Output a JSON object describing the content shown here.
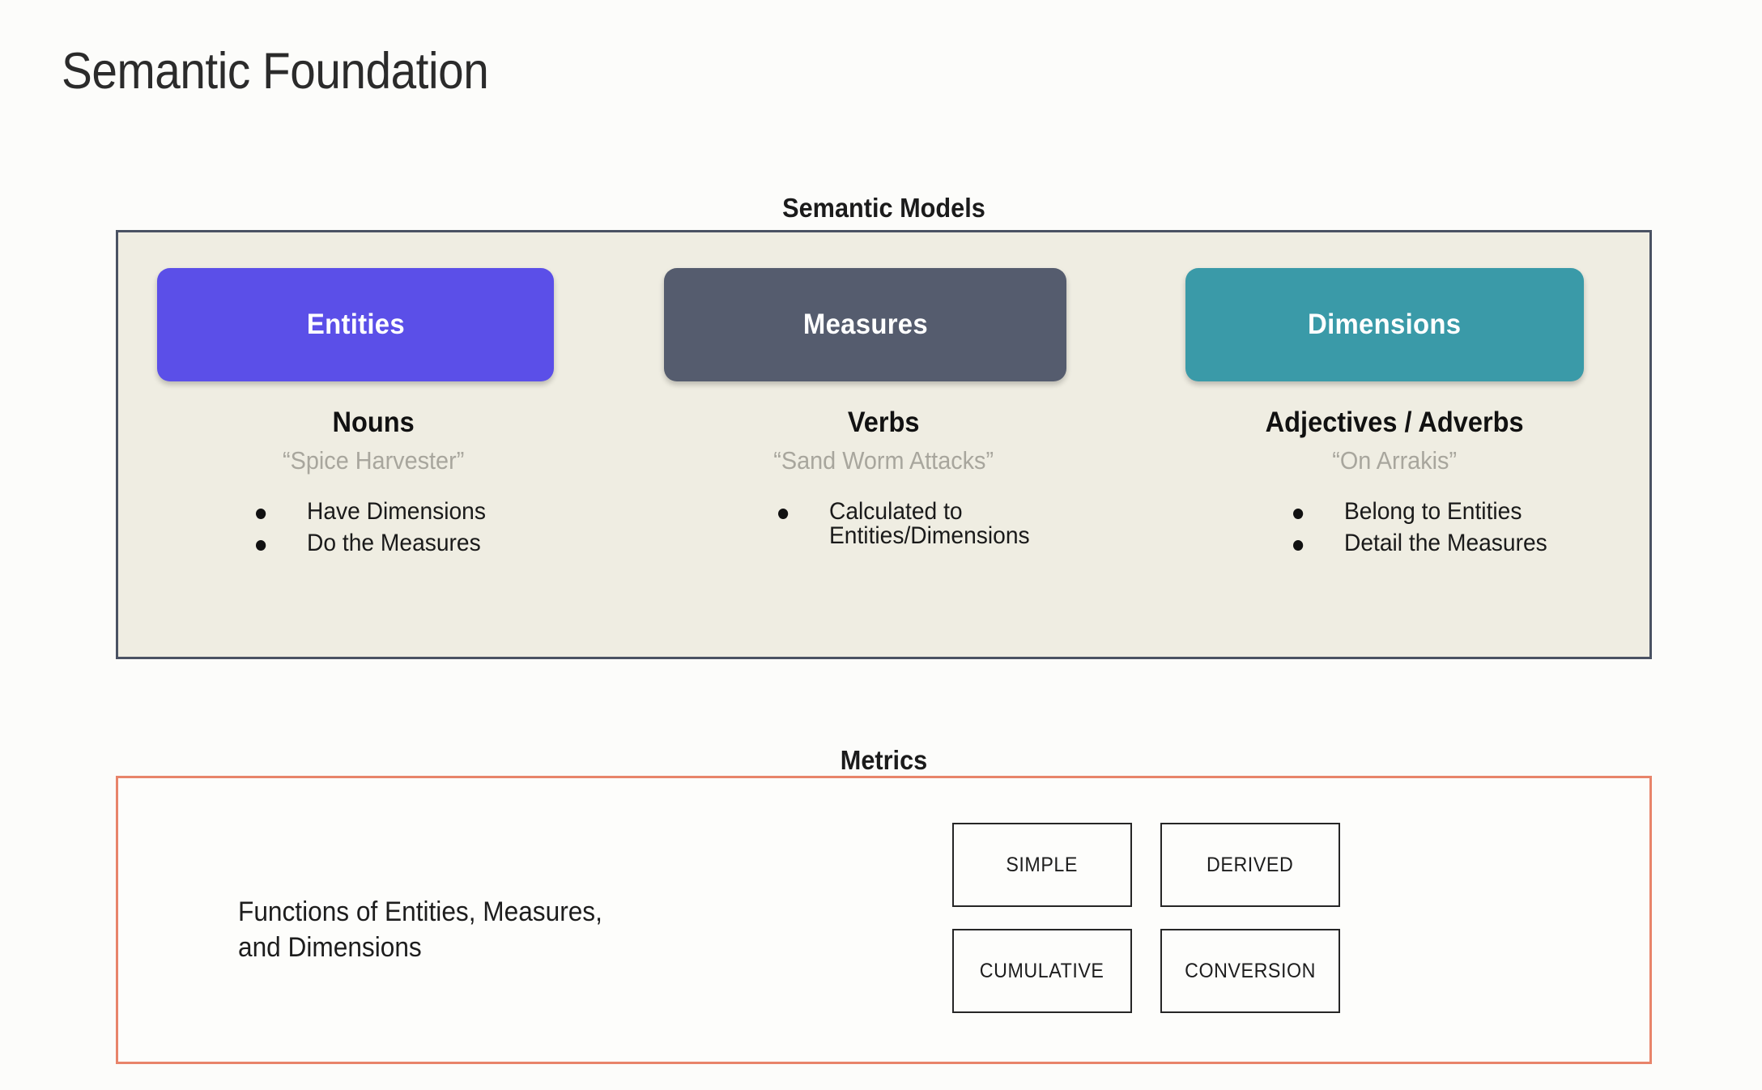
{
  "page": {
    "title": "Semantic Foundation",
    "background_color": "#fcfcfa"
  },
  "semantic_models": {
    "heading": "Semantic Models",
    "panel_background": "#efede2",
    "panel_border_color": "#4a5263",
    "columns": [
      {
        "pill_label": "Entities",
        "pill_color": "#5b4fe8",
        "heading": "Nouns",
        "subtitle": "“Spice Harvester”",
        "bullets": [
          "Have Dimensions",
          "Do the Measures"
        ]
      },
      {
        "pill_label": "Measures",
        "pill_color": "#555c6e",
        "heading": "Verbs",
        "subtitle": "“Sand Worm Attacks”",
        "bullets": [
          "Calculated to\nEntities/Dimensions"
        ]
      },
      {
        "pill_label": "Dimensions",
        "pill_color": "#3a9aa8",
        "heading": "Adjectives / Adverbs",
        "subtitle": "“On Arrakis”",
        "bullets": [
          "Belong to Entities",
          "Detail the Measures"
        ]
      }
    ]
  },
  "metrics": {
    "heading": "Metrics",
    "panel_border_color": "#e8846a",
    "description": "Functions of Entities, Measures,\nand Dimensions",
    "types": [
      "SIMPLE",
      "DERIVED",
      "CUMULATIVE",
      "CONVERSION"
    ]
  }
}
